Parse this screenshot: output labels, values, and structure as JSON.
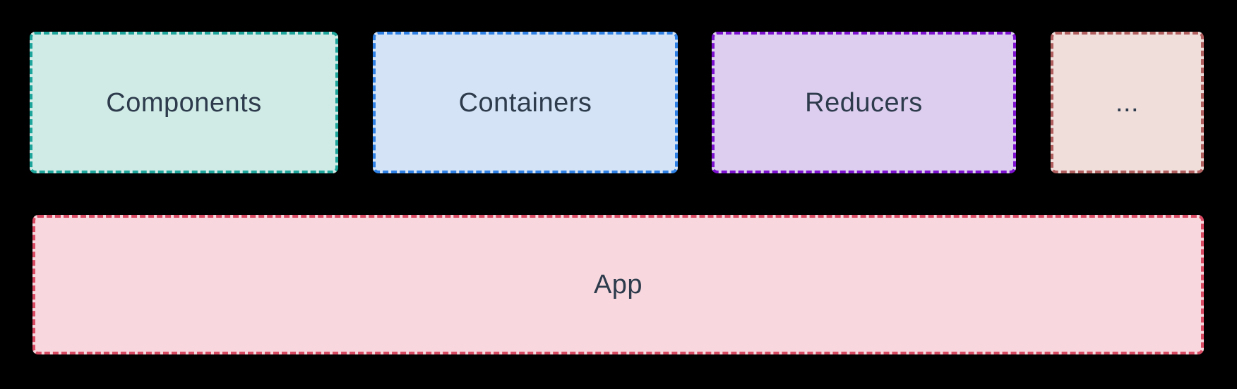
{
  "diagram": {
    "background_color": "#000000",
    "text_color": "#2d3b4c",
    "top_row": {
      "boxes": [
        {
          "id": "components",
          "label": "Components",
          "border_color": "#1ea59b",
          "fill_color": "#d0ebe6"
        },
        {
          "id": "containers",
          "label": "Containers",
          "border_color": "#2e80e5",
          "fill_color": "#d4e4f6"
        },
        {
          "id": "reducers",
          "label": "Reducers",
          "border_color": "#7c11cf",
          "fill_color": "#ddcef0"
        },
        {
          "id": "more",
          "label": "...",
          "border_color": "#b05e5e",
          "fill_color": "#f0dedb"
        }
      ]
    },
    "bottom_row": {
      "boxes": [
        {
          "id": "app",
          "label": "App",
          "border_color": "#d94a63",
          "fill_color": "#f8d8de"
        }
      ]
    }
  }
}
